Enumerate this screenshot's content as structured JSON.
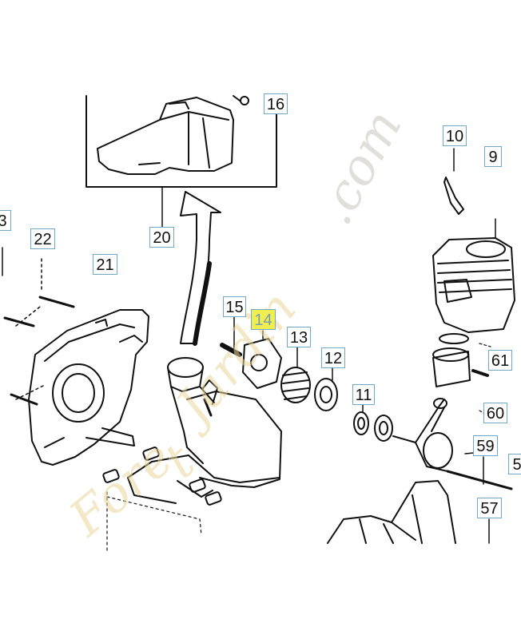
{
  "diagram": {
    "callouts": [
      {
        "id": "c16",
        "text": "16",
        "highlight": false
      },
      {
        "id": "c10",
        "text": "10",
        "highlight": false
      },
      {
        "id": "c9",
        "text": "9",
        "highlight": false
      },
      {
        "id": "c3",
        "text": "3",
        "highlight": false
      },
      {
        "id": "c22",
        "text": "22",
        "highlight": false
      },
      {
        "id": "c21",
        "text": "21",
        "highlight": false
      },
      {
        "id": "c20",
        "text": "20",
        "highlight": false
      },
      {
        "id": "c15",
        "text": "15",
        "highlight": false
      },
      {
        "id": "c14",
        "text": "14",
        "highlight": true
      },
      {
        "id": "c13",
        "text": "13",
        "highlight": false
      },
      {
        "id": "c12",
        "text": "12",
        "highlight": false
      },
      {
        "id": "c11",
        "text": "11",
        "highlight": false
      },
      {
        "id": "c61",
        "text": "61",
        "highlight": false
      },
      {
        "id": "c60",
        "text": "60",
        "highlight": false
      },
      {
        "id": "c59",
        "text": "59",
        "highlight": false
      },
      {
        "id": "c5",
        "text": "5",
        "highlight": false
      },
      {
        "id": "c57",
        "text": "57",
        "highlight": false
      }
    ],
    "watermark": {
      "part1": "Fore",
      "part2": "t",
      "part3": "Jardin",
      "part4": ".com",
      "color_main": "#ead79a",
      "color_accent": "#c9c6be"
    },
    "highlight_color": "#f1ee52",
    "callout_border_color": "#6ea9c9"
  }
}
